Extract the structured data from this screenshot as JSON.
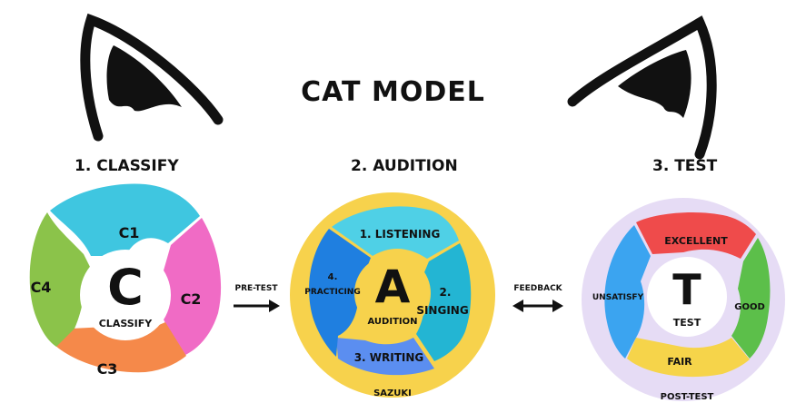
{
  "title": "CAT MODEL",
  "sections": {
    "classify": {
      "heading": "1. CLASSIFY",
      "letter": "C",
      "center_label": "CLASSIFY",
      "segments": [
        "C1",
        "C2",
        "C3",
        "C4"
      ]
    },
    "audition": {
      "heading": "2. AUDITION",
      "letter": "A",
      "center_label": "AUDITION",
      "segments": [
        "1. LISTENING",
        "2.",
        "SINGING",
        "3. WRITING",
        "4.",
        "PRACTICING"
      ],
      "bottom_label": "SAZUKI"
    },
    "test": {
      "heading": "3. TEST",
      "letter": "T",
      "center_label": "TEST",
      "segments": [
        "EXCELLENT",
        "GOOD",
        "FAIR",
        "UNSATISFY"
      ],
      "bottom_label": "POST-TEST"
    }
  },
  "arrows": {
    "pre_test": "PRE-TEST",
    "feedback": "FEEDBACK"
  },
  "colors": {
    "c1": "#3fc6e0",
    "c2": "#f06bc5",
    "c3": "#f5894a",
    "c4": "#8bc34a",
    "audition_ring": "#f7d24c",
    "a1": "#4fd0e6",
    "a2": "#23b5d3",
    "a3": "#5b8ef0",
    "a4": "#1f7fe0",
    "test_ring": "#e6dcf5",
    "excellent": "#ef4b4b",
    "good": "#5cbf4a",
    "fair": "#f6d44a",
    "unsatisfy": "#3ba4f0"
  },
  "icons": [
    "cat-ear-left-icon",
    "cat-ear-right-icon",
    "arrow-right-icon",
    "arrow-double-icon"
  ]
}
